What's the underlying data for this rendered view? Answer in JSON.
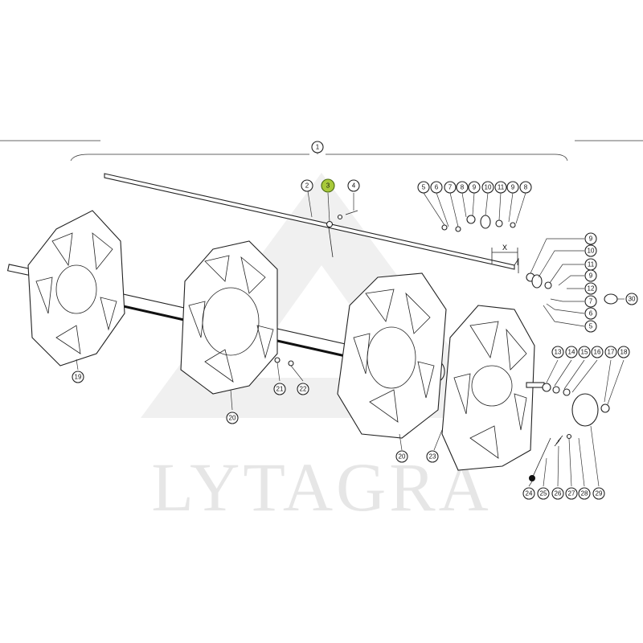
{
  "watermark": {
    "text": "LYTAGRA"
  },
  "dimension_label": "X",
  "colors": {
    "highlight": "#a8c93a",
    "line": "#222222",
    "watermark": "#e6e6e6"
  },
  "callouts": [
    {
      "id": "1",
      "label": "1"
    },
    {
      "id": "2",
      "label": "2"
    },
    {
      "id": "3",
      "label": "3",
      "highlight": true
    },
    {
      "id": "4",
      "label": "4"
    },
    {
      "id": "5a",
      "label": "5"
    },
    {
      "id": "6a",
      "label": "6"
    },
    {
      "id": "7a",
      "label": "7"
    },
    {
      "id": "8a",
      "label": "8"
    },
    {
      "id": "9a",
      "label": "9"
    },
    {
      "id": "10a",
      "label": "10"
    },
    {
      "id": "11a",
      "label": "11"
    },
    {
      "id": "9b",
      "label": "9"
    },
    {
      "id": "8b",
      "label": "8"
    },
    {
      "id": "9c",
      "label": "9"
    },
    {
      "id": "10b",
      "label": "10"
    },
    {
      "id": "11b",
      "label": "11"
    },
    {
      "id": "9d",
      "label": "9"
    },
    {
      "id": "12",
      "label": "12"
    },
    {
      "id": "7b",
      "label": "7"
    },
    {
      "id": "6b",
      "label": "6"
    },
    {
      "id": "5b",
      "label": "5"
    },
    {
      "id": "30",
      "label": "30"
    },
    {
      "id": "13",
      "label": "13"
    },
    {
      "id": "14",
      "label": "14"
    },
    {
      "id": "15",
      "label": "15"
    },
    {
      "id": "16",
      "label": "16"
    },
    {
      "id": "17",
      "label": "17"
    },
    {
      "id": "18",
      "label": "18"
    },
    {
      "id": "19",
      "label": "19"
    },
    {
      "id": "20a",
      "label": "20"
    },
    {
      "id": "21",
      "label": "21"
    },
    {
      "id": "22",
      "label": "22"
    },
    {
      "id": "20b",
      "label": "20"
    },
    {
      "id": "23",
      "label": "23"
    },
    {
      "id": "24",
      "label": "24"
    },
    {
      "id": "25",
      "label": "25"
    },
    {
      "id": "26",
      "label": "26"
    },
    {
      "id": "27",
      "label": "27"
    },
    {
      "id": "28",
      "label": "28"
    },
    {
      "id": "29",
      "label": "29"
    }
  ]
}
